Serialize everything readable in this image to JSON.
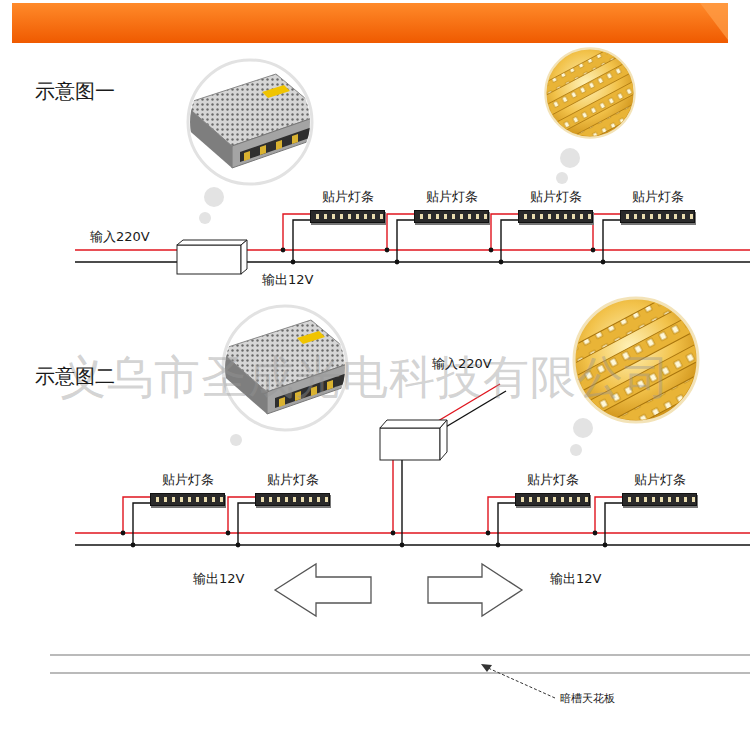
{
  "diagram": {
    "nodes": [
      {
        "text": [
          "贴片灯条"
        ]
      },
      {
        "text": [
          "贴片灯条"
        ]
      },
      {
        "text": [
          "贴片灯条"
        ]
      },
      {
        "text": [
          "贴片灯条"
        ]
      },
      {
        "text": [
          "贴片灯条"
        ]
      },
      {
        "text": [
          "贴片灯条"
        ]
      },
      {
        "text": [
          "贴片灯条"
        ]
      },
      {
        "text": [
          "贴片灯条"
        ]
      }
    ],
    "labels": [
      "示意图一",
      "输入220V",
      "输出12V",
      "示意图二",
      "义乌市圣成光电科技有限公司",
      "输入220V",
      "输出12V",
      "输出12V",
      "暗槽天花板"
    ]
  }
}
